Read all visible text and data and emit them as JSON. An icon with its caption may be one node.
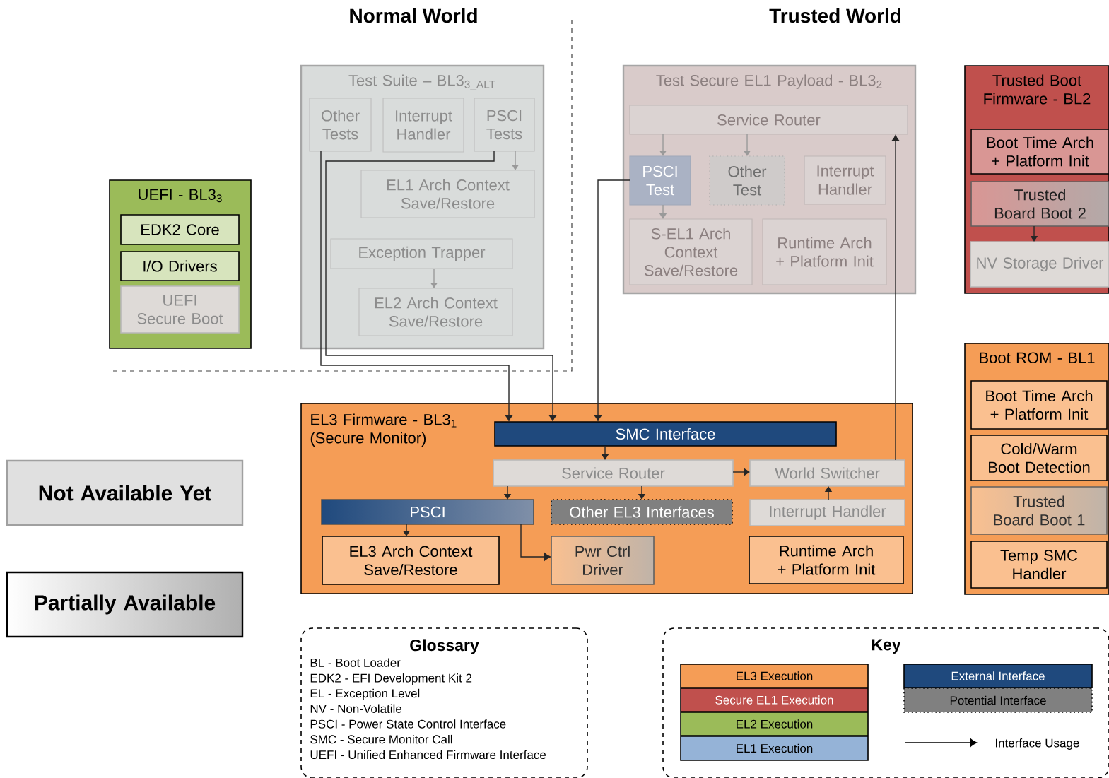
{
  "diagram": {
    "nodes": [
      {
        "text": [
          "Test Suite – BL3$_{3_ALT}$"
        ]
      },
      {
        "text": [
          "Other Tests"
        ],
        "in": 0
      },
      {
        "text": [
          "Interrupt Handler"
        ],
        "in": 0
      },
      {
        "text": [
          "PSCI Tests"
        ],
        "in": 0
      },
      {
        "text": [
          "EL1 Arch Context Save/Restore"
        ],
        "in": 0
      },
      {
        "text": [
          "Exception Trapper"
        ],
        "in": 0
      },
      {
        "text": [
          "EL2 Arch Context Save/Restore"
        ],
        "in": 0
      },
      {
        "text": [
          "Test Secure EL1 Payload - BL3$_{2}$"
        ]
      },
      {
        "text": [
          "Service Router"
        ],
        "in": 7
      },
      {
        "text": [
          "PSCI Test"
        ],
        "in": 7
      },
      {
        "text": [
          "Other Test"
        ],
        "in": 7
      },
      {
        "text": [
          "Interrupt Handler"
        ],
        "in": 7
      },
      {
        "text": [
          "S-EL1 Arch Context Save/Restore"
        ],
        "in": 7
      },
      {
        "text": [
          "Runtime Arch + Platform Init"
        ],
        "in": 7
      },
      {
        "text": [
          "UEFI - BL3$_{3}$"
        ]
      },
      {
        "text": [
          "EDK2 Core"
        ],
        "in": 14
      },
      {
        "text": [
          "I/O Drivers"
        ],
        "in": 14
      },
      {
        "text": [
          "UEFI Secure Boot"
        ],
        "in": 14
      },
      {
        "text": [
          "Trusted Boot Firmware - BL2"
        ]
      },
      {
        "text": [
          "Boot Time Arch + Platform Init"
        ],
        "in": 18
      },
      {
        "text": [
          "Trusted Board Boot 2"
        ],
        "in": 18
      },
      {
        "text": [
          "NV Storage Driver"
        ],
        "in": 18
      },
      {
        "text": [
          "Boot ROM - BL1"
        ]
      },
      {
        "text": [
          "Boot Time Arch + Platform Init"
        ],
        "in": 22
      },
      {
        "text": [
          "Cold/Warm Boot Detection"
        ],
        "in": 22
      },
      {
        "text": [
          "Trusted Board Boot 1"
        ],
        "in": 22
      },
      {
        "text": [
          "Temp SMC Handler"
        ],
        "in": 22
      },
      {
        "text": [
          "EL3 Firmware - BL3$_{1}$ (Secure Monitor)"
        ]
      },
      {
        "text": [
          "SMC Interface"
        ],
        "in": 27
      },
      {
        "text": [
          "Service Router"
        ],
        "in": 27
      },
      {
        "text": [
          "World Switcher"
        ],
        "in": 27
      },
      {
        "text": [
          "PSCI"
        ],
        "in": 27
      },
      {
        "text": [
          "Other EL3 Interfaces"
        ],
        "in": 27
      },
      {
        "text": [
          "Interrupt Handler"
        ],
        "in": 27
      },
      {
        "text": [
          "EL3 Arch Context Save/Restore"
        ],
        "in": 27
      },
      {
        "text": [
          "Pwr Ctrl Driver"
        ],
        "in": 27
      },
      {
        "text": [
          "Runtime Arch + Platform Init"
        ],
        "in": 27
      },
      {
        "text": [
          "Not Available Yet"
        ]
      },
      {
        "text": [
          "Partially Available"
        ]
      },
      {
        "text": [
          "Glossary",
          "BL - Boot Loader",
          "EDK2 - EFI Development Kit 2",
          "EL - Exception Level",
          "NV - Non-Volatile",
          "PSCI - Power State Control Interface",
          "SMC - Secure Monitor Call",
          "UEFI - Unified Enhanced Firmware Interface"
        ]
      },
      {
        "text": [
          "Key"
        ]
      }
    ],
    "edges": [
      {
        "from": 1,
        "to": 28,
        "arrow": "to"
      },
      {
        "from": 3,
        "to": 28,
        "arrow": "to"
      },
      {
        "from": 9,
        "to": 28,
        "arrow": "to"
      },
      {
        "from": 30,
        "to": 8,
        "arrow": "to"
      },
      {
        "from": 3,
        "to": 4,
        "arrow": "to",
        "color": "#9a9a9a"
      },
      {
        "from": 5,
        "to": 6,
        "arrow": "to",
        "color": "#9a9a9a"
      },
      {
        "from": 8,
        "to": 9,
        "arrow": "to",
        "color": "#9a9a9a"
      },
      {
        "from": 8,
        "to": 10,
        "arrow": "to",
        "color": "#9a9a9a"
      },
      {
        "from": 9,
        "to": 12,
        "arrow": "to",
        "color": "#9a9a9a"
      },
      {
        "from": 28,
        "to": 29,
        "arrow": "to"
      },
      {
        "from": 29,
        "to": 30,
        "arrow": "to"
      },
      {
        "from": 29,
        "to": 31,
        "arrow": "to"
      },
      {
        "from": 29,
        "to": 32,
        "arrow": "to"
      },
      {
        "from": 33,
        "to": 30,
        "arrow": "to"
      },
      {
        "from": 31,
        "to": 34,
        "arrow": "to"
      },
      {
        "from": 31,
        "to": 35,
        "arrow": "to"
      },
      {
        "from": 20,
        "to": 21,
        "arrow": "to"
      }
    ],
    "labels": [
      "Normal World",
      "Trusted World"
    ],
    "legend": [
      {
        "text": "EL3 Execution",
        "color": "#f59d56"
      },
      {
        "text": "Secure EL1 Execution",
        "color": "#c0504d"
      },
      {
        "text": "EL2 Execution",
        "color": "#9bbb59"
      },
      {
        "text": "EL1 Execution",
        "color": "#95b3d7"
      },
      {
        "text": "External Interface",
        "color": "#1f497d"
      },
      {
        "text": "Potential Interface",
        "color": "#808080"
      },
      {
        "text": "Interface Usage"
      }
    ]
  }
}
